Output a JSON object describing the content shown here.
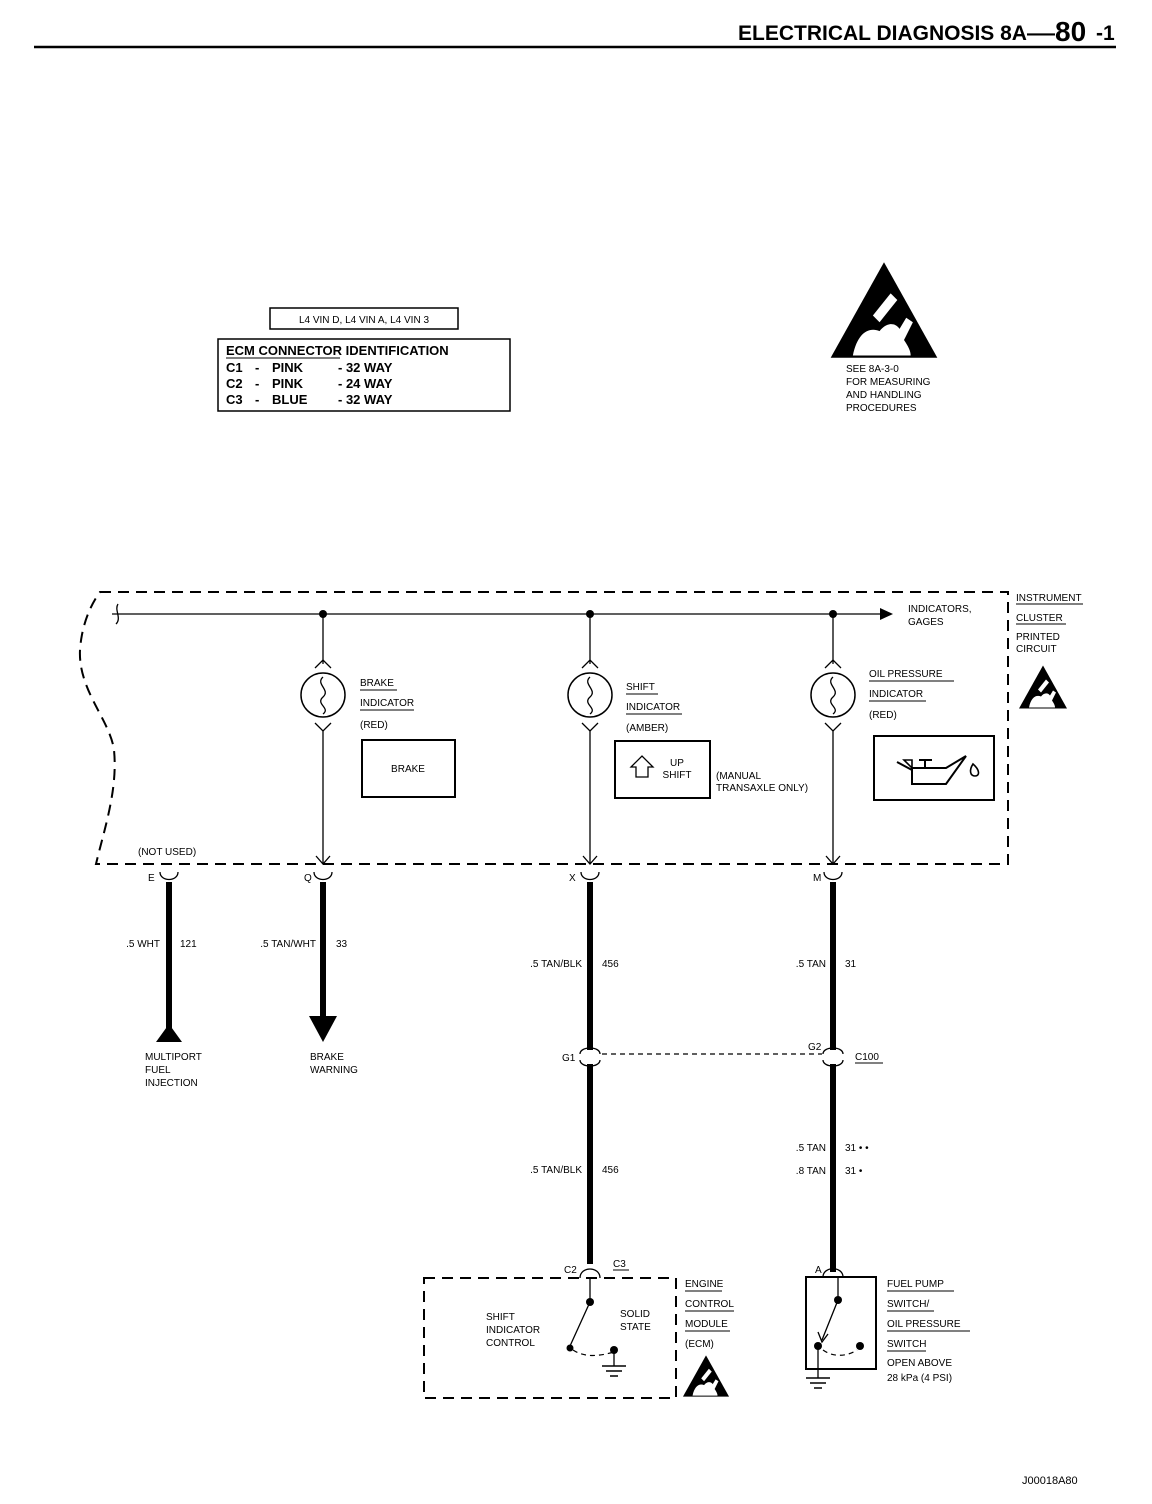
{
  "header": {
    "title": "ELECTRICAL DIAGNOSIS 8A",
    "dash": "—",
    "page_number": "80",
    "page_suffix": "-1"
  },
  "vin_box": "L4 VIN D, L4 VIN A, L4 VIN 3",
  "ecm_connectors": {
    "title": "ECM CONNECTOR IDENTIFICATION",
    "rows": [
      {
        "id": "C1",
        "sep": "-",
        "color": "PINK",
        "ways": "- 32 WAY"
      },
      {
        "id": "C2",
        "sep": "-",
        "color": "PINK",
        "ways": "- 24 WAY"
      },
      {
        "id": "C3",
        "sep": "-",
        "color": "BLUE",
        "ways": "- 32 WAY"
      }
    ]
  },
  "esd_note": [
    "SEE 8A-3-0",
    "FOR MEASURING",
    "AND HANDLING",
    "PROCEDURES"
  ],
  "cluster": {
    "label": [
      "INSTRUMENT",
      "CLUSTER",
      "PRINTED",
      "CIRCUIT"
    ],
    "bus_label": [
      "INDICATORS,",
      "GAGES"
    ],
    "not_used": "(NOT USED)",
    "indicators": [
      {
        "name": [
          "BRAKE",
          "INDICATOR"
        ],
        "color": "(RED)",
        "display": "BRAKE"
      },
      {
        "name": [
          "SHIFT",
          "INDICATOR"
        ],
        "color": "(AMBER)",
        "display": [
          "UP",
          "SHIFT"
        ],
        "note": [
          "(MANUAL",
          "TRANSAXLE ONLY)"
        ]
      },
      {
        "name": [
          "OIL PRESSURE",
          "INDICATOR"
        ],
        "color": "(RED)"
      }
    ],
    "pins": [
      "E",
      "Q",
      "X",
      "M"
    ]
  },
  "wires": {
    "w121": {
      "size_color": ".5 WHT",
      "circuit": "121"
    },
    "w33": {
      "size_color": ".5 TAN/WHT",
      "circuit": "33"
    },
    "w456_top": {
      "size_color": ".5 TAN/BLK",
      "circuit": "456"
    },
    "w31_top": {
      "size_color": ".5 TAN",
      "circuit": "31"
    },
    "w456_bottom": {
      "size_color": ".5 TAN/BLK",
      "circuit": "456"
    },
    "w31_bottom_a": {
      "size_color": ".5 TAN",
      "circuit": "31 • •"
    },
    "w31_bottom_b": {
      "size_color": ".8 TAN",
      "circuit": "31 •"
    }
  },
  "destinations": {
    "mpfi": [
      "MULTIPORT",
      "FUEL",
      "INJECTION"
    ],
    "brake_warning": [
      "BRAKE",
      "WARNING"
    ]
  },
  "c100": {
    "left_pin": "G1",
    "right_pin": "G2",
    "name": "C100"
  },
  "ecm": {
    "pin_left": "C2",
    "pin_right": "C3",
    "control_label": [
      "SHIFT",
      "INDICATOR",
      "CONTROL"
    ],
    "state_label": [
      "SOLID",
      "STATE"
    ],
    "module_label": [
      "ENGINE",
      "CONTROL",
      "MODULE",
      "(ECM)"
    ]
  },
  "fuel_pump_switch": {
    "pin": "A",
    "label": [
      "FUEL PUMP",
      "SWITCH/",
      "OIL PRESSURE",
      "SWITCH"
    ],
    "note": [
      "OPEN ABOVE",
      "28 kPa (4 PSI)"
    ]
  },
  "figure_id": "J00018A80"
}
